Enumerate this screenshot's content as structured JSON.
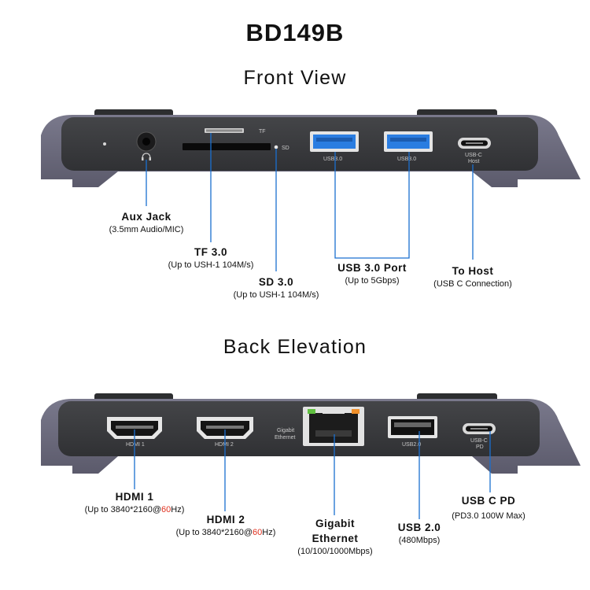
{
  "title": "BD149B",
  "front": {
    "heading": "Front View",
    "port_marks": {
      "tf": "TF",
      "sd": "SD",
      "usb1": "USB3.0",
      "usb2": "USB3.0",
      "usbc_line1": "USB-C",
      "usbc_line2": "Host"
    },
    "labels": {
      "aux": {
        "title": "Aux Jack",
        "sub": "(3.5mm Audio/MIC)"
      },
      "tf": {
        "title": "TF 3.0",
        "sub": "(Up to USH-1 104M/s)"
      },
      "sd": {
        "title": "SD 3.0",
        "sub": "(Up to USH-1 104M/s)"
      },
      "usb": {
        "title": "USB 3.0 Port",
        "sub": "(Up to 5Gbps)"
      },
      "host": {
        "title": "To Host",
        "sub": "(USB C Connection)"
      }
    }
  },
  "back": {
    "heading": "Back Elevation",
    "port_marks": {
      "hdmi1": "HDMI 1",
      "hdmi2": "HDMI 2",
      "eth_line1": "Gigabit",
      "eth_line2": "Ethernet",
      "usb2": "USB2.0",
      "usbc_line1": "USB-C",
      "usbc_line2": "PD"
    },
    "labels": {
      "hdmi1": {
        "title": "HDMI 1",
        "sub_prefix": "(Up to 3840*2160@",
        "sub_hl": "60",
        "sub_suffix": "Hz)"
      },
      "hdmi2": {
        "title": "HDMI 2",
        "sub_prefix": "(Up to 3840*2160@",
        "sub_hl": "60",
        "sub_suffix": "Hz)"
      },
      "eth": {
        "title_line1": "Gigabit",
        "title_line2": "Ethernet",
        "sub": "(10/100/1000Mbps)"
      },
      "usb2": {
        "title": "USB 2.0",
        "sub": "(480Mbps)"
      },
      "pd": {
        "title": "USB C PD",
        "sub": "(PD3.0 100W Max)"
      }
    }
  },
  "colors": {
    "device_body": "#6b6a7c",
    "device_face": "#3a3b3e",
    "leader_line": "#1a6fd0",
    "usb3_blue": "#2a7de1",
    "highlight": "#e0301e"
  }
}
